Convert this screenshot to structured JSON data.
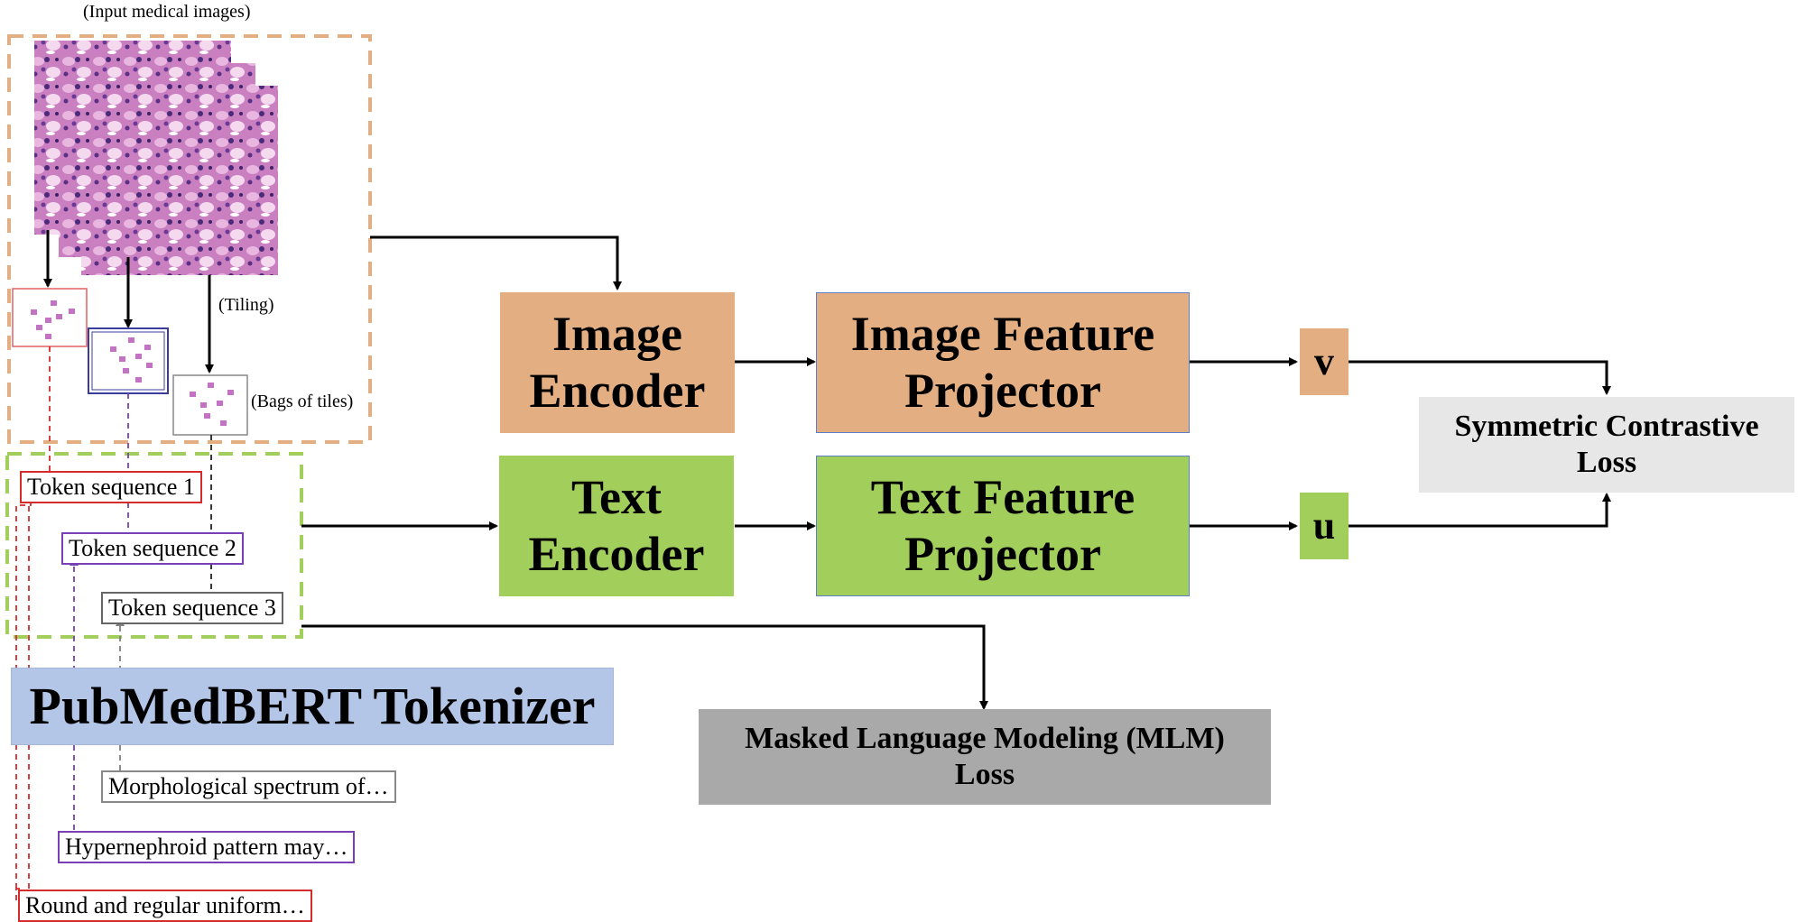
{
  "texts": {
    "input_images": "(Input medical images)",
    "tiling": "(Tiling)",
    "bags_of_tiles": "(Bags of tiles)",
    "token_seq_1": "Token sequence 1",
    "token_seq_2": "Token sequence 2",
    "token_seq_3": "Token sequence 3",
    "tokenizer": "PubMedBERT Tokenizer",
    "caption_1": "Morphological spectrum of…",
    "caption_2": "Hypernephroid pattern may…",
    "caption_3": "Round and regular uniform…",
    "image_encoder": "Image\nEncoder",
    "text_encoder": "Text\nEncoder",
    "image_projector": "Image Feature\nProjector",
    "text_projector": "Text Feature\nProjector",
    "v": "v",
    "u": "u",
    "contrastive_loss": "Symmetric Contrastive\nLoss",
    "mlm_loss": "Masked Language Modeling (MLM)\nLoss"
  },
  "colors": {
    "image_branch": "#e3ae82",
    "text_branch": "#a2cf5c",
    "tokenizer": "#b4c6e7",
    "contrastive": "#e7e7e7",
    "mlm": "#a9a9a9",
    "red": "#d62b2b",
    "purple": "#7b3fb5",
    "gray": "#808080",
    "dashed_orange": "#e3ae82",
    "dashed_green": "#a2cf5c",
    "tile": "#c473c4"
  }
}
